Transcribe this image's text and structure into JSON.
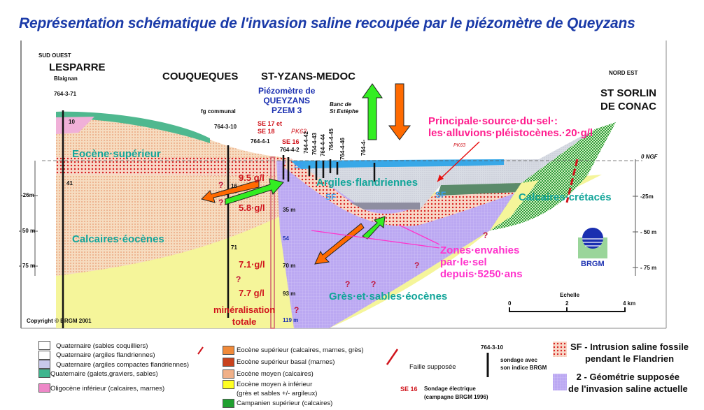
{
  "title": "Représentation schématique de l'invasion saline recoupée par le piézomètre de Queyzans",
  "orientation": {
    "left": "SUD OUEST",
    "right": "NORD EST"
  },
  "localities": {
    "lesparre": "LESPARRE",
    "blaignan": "Blaignan",
    "couqueques": "COUQUEQUES",
    "st_yzans": "ST-YZANS-MEDOC",
    "st_sorlin_1": "ST SORLIN",
    "st_sorlin_2": "DE CONAC",
    "fg_communal": "fg communal",
    "banc_1": "Banc de",
    "banc_2": "St Estèphe"
  },
  "piezometer": {
    "line1": "Piézomètre de",
    "line2": "QUEYZANS",
    "line3": "PZEM 3"
  },
  "boreholes": [
    "764-3-71",
    "764-3-10",
    "764-4-1",
    "764-4-2",
    "764-4-42",
    "764-4-43",
    "764-4-44",
    "764-4-45",
    "764-4-46",
    "764-4-"
  ],
  "soundings": {
    "se17": "SE 17 et",
    "se18": "SE 18",
    "se16": "SE 16",
    "pk63a": "PK63",
    "pk63b": "PK63"
  },
  "depth_marks": [
    "10",
    "41",
    "16",
    "71",
    "35 m",
    "54",
    "70 m",
    "93 m",
    "119 m"
  ],
  "layers": {
    "eocene_sup": "Eocène·supérieur",
    "calcaires_eocenes": "Calcaires·éocènes",
    "argiles": "Argiles·flandriennes",
    "calcaires_cretaces": "Calcaires·crétacés",
    "gres": "Grès·et·sables·éocènes",
    "sf": "SF"
  },
  "concentrations": [
    "9.5 g/l",
    "5.8·g/l",
    "7.1·g/l",
    "7.7 g/l"
  ],
  "mineralisation": {
    "line1": "minéralisation",
    "line2": "totale"
  },
  "annotations": {
    "source_1": "Principale·source·du·sel·:",
    "source_2": "les·alluvions·pléistocènes.·20·g/l",
    "zones_1": "Zones·envahies",
    "zones_2": "par·le·sel",
    "zones_3": "depuis·5250·ans",
    "question": "?"
  },
  "axes": {
    "left": [
      "-26m",
      "- 50 m",
      "- 75 m"
    ],
    "right": [
      "0 NGF",
      "-25m",
      "- 50 m",
      "- 75 m"
    ]
  },
  "scale": {
    "label": "Echelle",
    "ticks": [
      "0",
      "2",
      "4 km"
    ]
  },
  "copyright": "Copyright © BRGM 2001",
  "logo": "BRGM",
  "legend": {
    "col1": [
      {
        "label": "Quaternaire (sables coquilliers)",
        "color": "#ffffff"
      },
      {
        "label": "Quaternaire (argiles flandriennes)",
        "color": "#ffffff"
      },
      {
        "label": "Quaternaire (argiles compactes flandriennes)",
        "color": "#c9c9ea"
      },
      {
        "label": "Quaternaire (galets,graviers, sables)",
        "color": "#3fb58e"
      },
      {
        "label": "Oligocène inférieur (calcaires, marnes)",
        "color": "#ee88c8"
      }
    ],
    "col2": [
      {
        "label": "Eocène supérieur (calcaires, marnes, grès)",
        "color": "#f08a3a"
      },
      {
        "label": "Eocène supérieur basal (marnes)",
        "color": "#c8421e"
      },
      {
        "label": "Eocène moyen (calcaires)",
        "color": "#f0b088"
      },
      {
        "label": "Eocène moyen à inférieur",
        "color": "#ffff22"
      },
      {
        "label": "(grès et sables +/- argileux)",
        "color": ""
      },
      {
        "label": "Campanien supérieur (calcaires)",
        "color": "#20a030"
      }
    ],
    "faille": "Faille supposée",
    "sondage_code": "764-3-10",
    "sondage_1": "sondage avec",
    "sondage_2": "son indice BRGM",
    "se_code": "SE 16",
    "se_1": "Sondage électrique",
    "se_2": "(campagne BRGM 1996)",
    "sf_1": "SF - Intrusion saline fossile",
    "sf_2": "pendant le Flandrien",
    "geo_1": "2 - Géométrie supposée",
    "geo_2": "de l'invasion saline actuelle"
  },
  "colors": {
    "title": "#1a3aa8",
    "teal": "#13a59a",
    "pink": "#ff1f8f",
    "up_arrow": "#33ee22",
    "down_arrow": "#ff6a00",
    "invasion": "#b9a6f0",
    "gres": "#f5f59a"
  }
}
